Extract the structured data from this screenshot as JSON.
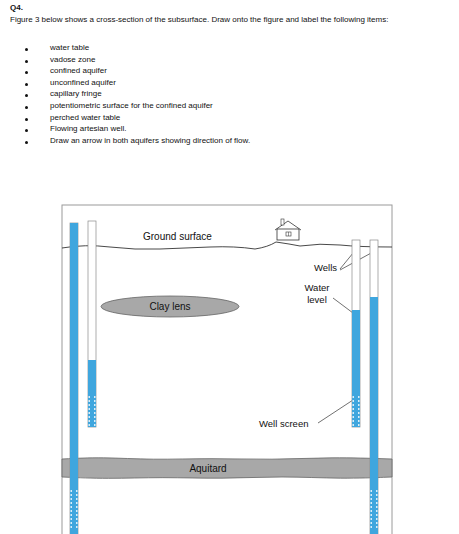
{
  "diagram": {
    "title": "Q4.",
    "nodes": [
      {
        "text": [
          "Clay lens"
        ]
      },
      {
        "text": [
          "Aquitard"
        ]
      }
    ],
    "labels": [
      "Figure 3 below shows a cross-section of the subsurface. Draw onto the figure and label the following items:",
      "water table",
      "vadose zone",
      "confined aquifer",
      "unconfined aquifer",
      "capillary fringe",
      "potentiometric surface for the confined aquifer",
      "perched water table",
      "Flowing artesian well.",
      "Draw an arrow in both aquifers showing direction of flow.",
      "Ground surface",
      "Wells",
      "Water level",
      "Well screen"
    ]
  }
}
